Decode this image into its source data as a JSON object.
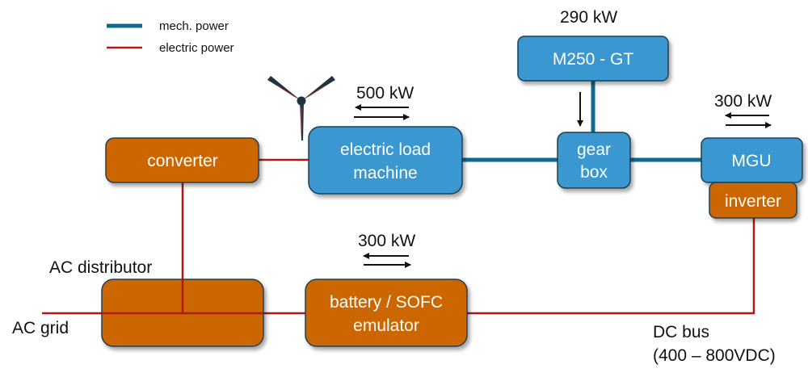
{
  "colors": {
    "mech_line": "#11688f",
    "elec_line": "#b01818",
    "blue_box": "#3b97cf",
    "orange_box": "#cc6600",
    "box_border": "#1f3f55",
    "arrow": "#111111"
  },
  "legend": {
    "mech": "mech. power",
    "elec": "electric power"
  },
  "icons": {
    "wind_turbine": "wind-turbine-icon"
  },
  "boxes": {
    "converter": {
      "lines": [
        "converter"
      ]
    },
    "elm": {
      "lines": [
        "electric load",
        "machine"
      ]
    },
    "gt": {
      "lines": [
        "M250 - GT"
      ]
    },
    "gearbox": {
      "lines": [
        "gear",
        "box"
      ]
    },
    "mgu": {
      "lines": [
        "MGU"
      ]
    },
    "inverter": {
      "lines": [
        "inverter"
      ]
    },
    "ac_dist": {
      "lines": []
    },
    "battery": {
      "lines": [
        "battery / SOFC",
        "emulator"
      ]
    }
  },
  "labels": {
    "p_elm": "500 kW",
    "p_gt": "290 kW",
    "p_mgu": "300 kW",
    "p_battery": "300 kW",
    "ac_distributor": "AC distributor",
    "ac_grid": "AC grid",
    "dc_bus_1": "DC bus",
    "dc_bus_2": "(400 – 800VDC)"
  }
}
